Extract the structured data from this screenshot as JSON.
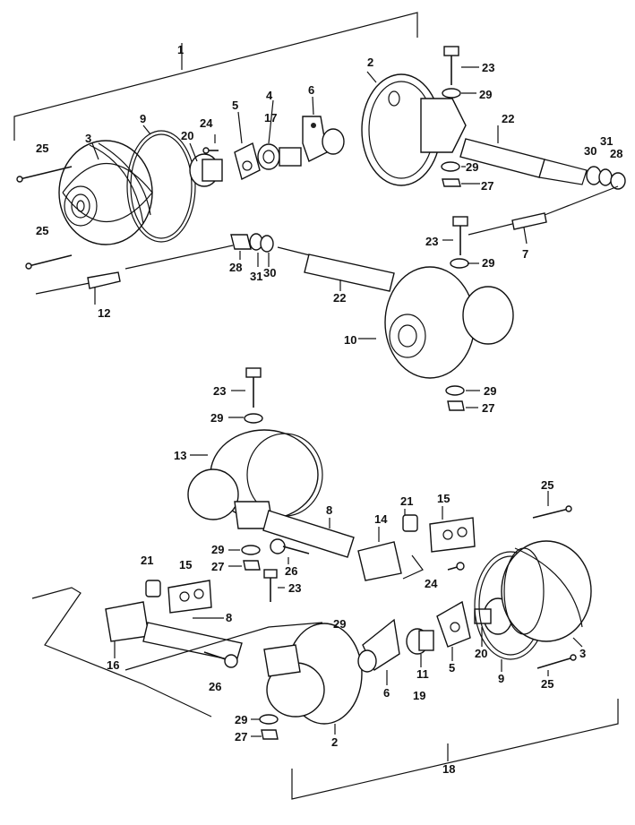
{
  "labels": {
    "assembly_front": "1",
    "assembly_rear": "18",
    "housing_top": "2",
    "bolt_top": "23",
    "washer_top": "29",
    "bracket_top": "6",
    "socket_top": "4",
    "part17": "17",
    "plate_top": "5",
    "screw_top": "24",
    "rim_top": "9",
    "lens_top": "3",
    "bulb_top": "20",
    "spacer22_top": "22",
    "washer30_top": "30",
    "washer31_top": "31",
    "nut28_top": "28",
    "washer29_mid": "29",
    "nut27_top": "27",
    "pin25_a": "25",
    "pin25_b": "25",
    "bolt23_b": "23",
    "washer29_b": "29",
    "connector7": "7",
    "nut28_b": "28",
    "washer31_b": "31",
    "washer30_b": "30",
    "spacer22_b": "22",
    "connector12": "12",
    "lamp10": "10",
    "washer29_c": "29",
    "nut27_c": "27",
    "bolt23_c": "23",
    "washer29_d": "29",
    "lamp13": "13",
    "stay8_a": "8",
    "bushing21_a": "21",
    "clamp15_a": "15",
    "pin25_c": "25",
    "bracket14": "14",
    "washer29_e": "29",
    "nut27_e": "27",
    "bolt26_a": "26",
    "bolt23_e": "23",
    "bushing21_b": "21",
    "clamp15_b": "15",
    "screw24_b": "24",
    "stay8_b": "8",
    "washer29_f": "29",
    "bracket16": "16",
    "bolt26_b": "26",
    "bracket6_b": "6",
    "socket11": "11",
    "part19": "19",
    "plate5_b": "5",
    "bulb20_b": "20",
    "rim9_b": "9",
    "lens3_b": "3",
    "pin25_d": "25",
    "washer29_g": "29",
    "nut27_g": "27",
    "housing2_b": "2"
  }
}
